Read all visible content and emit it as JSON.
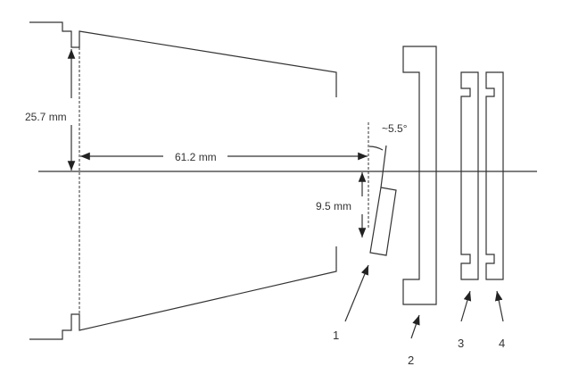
{
  "dimensions": {
    "aperture_height": "25.7 mm",
    "length": "61.2 mm",
    "offset": "9.5 mm",
    "tilt_angle": "~5.5°"
  },
  "part_labels": [
    "1",
    "2",
    "3",
    "4"
  ]
}
